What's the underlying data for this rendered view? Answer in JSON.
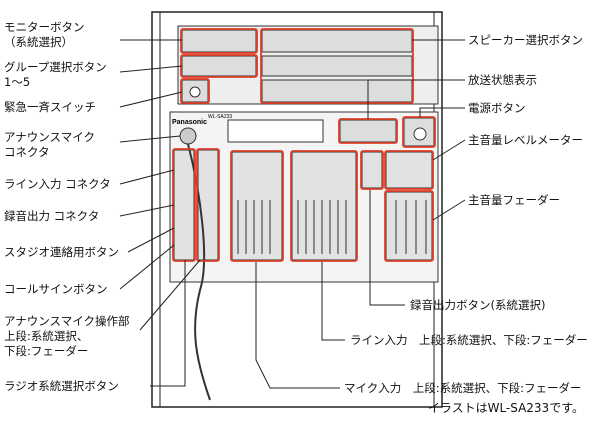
{
  "labels_left": {
    "monitor": "モニターボタン\n（系統選択）",
    "group": "グループ選択ボタン\n1〜5",
    "emergency": "緊急一斉スイッチ",
    "announce_mic": "アナウンスマイク\nコネクタ",
    "line_in_conn": "ライン入力 コネクタ",
    "rec_out_conn": "録音出力 コネクタ",
    "studio": "スタジオ連絡用ボタン",
    "callsign": "コールサインボタン",
    "announce_ops": "アナウンスマイク操作部\n上段:系統選択、\n下段:フェーダー",
    "radio": "ラジオ系統選択ボタン"
  },
  "labels_right": {
    "speaker": "スピーカー選択ボタン",
    "broadcast": "放送状態表示",
    "power": "電源ボタン",
    "level_meter": "主音量レベルメーター",
    "main_fader": "主音量フェーダー",
    "rec_out_btn": "録音出力ボタン(系統選択)",
    "line_in": "ライン入力　上段:系統選択、下段:フェーダー",
    "mic_in": "マイク入力　上段:系統選択、下段:フェーダー"
  },
  "device": {
    "brand": "Panasonic",
    "model": "WL-SA233"
  },
  "caption": "イラストはWL-SA233です。"
}
